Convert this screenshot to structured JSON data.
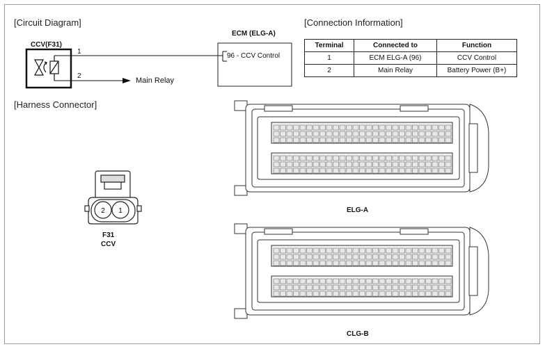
{
  "sections": {
    "circuit": "[Circuit Diagram]",
    "connection": "[Connection Information]",
    "harness": "[Harness Connector]"
  },
  "circuit": {
    "component": "CCV(F31)",
    "ecm_title": "ECM (ELG-A)",
    "ecm_pin": "96 - CCV Control",
    "wire1_num": "1",
    "wire2_num": "2",
    "wire2_dest": "Main Relay"
  },
  "table": {
    "headers": [
      "Terminal",
      "Connected to",
      "Function"
    ],
    "rows": [
      [
        "1",
        "ECM ELG-A (96)",
        "CCV Control"
      ],
      [
        "2",
        "Main Relay",
        "Battery Power (B+)"
      ]
    ]
  },
  "harness": {
    "pin_left": "2",
    "pin_right": "1",
    "code": "F31",
    "name": "CCV"
  },
  "ecm_connectors": [
    {
      "name": "ELG-A"
    },
    {
      "name": "CLG-B"
    }
  ]
}
